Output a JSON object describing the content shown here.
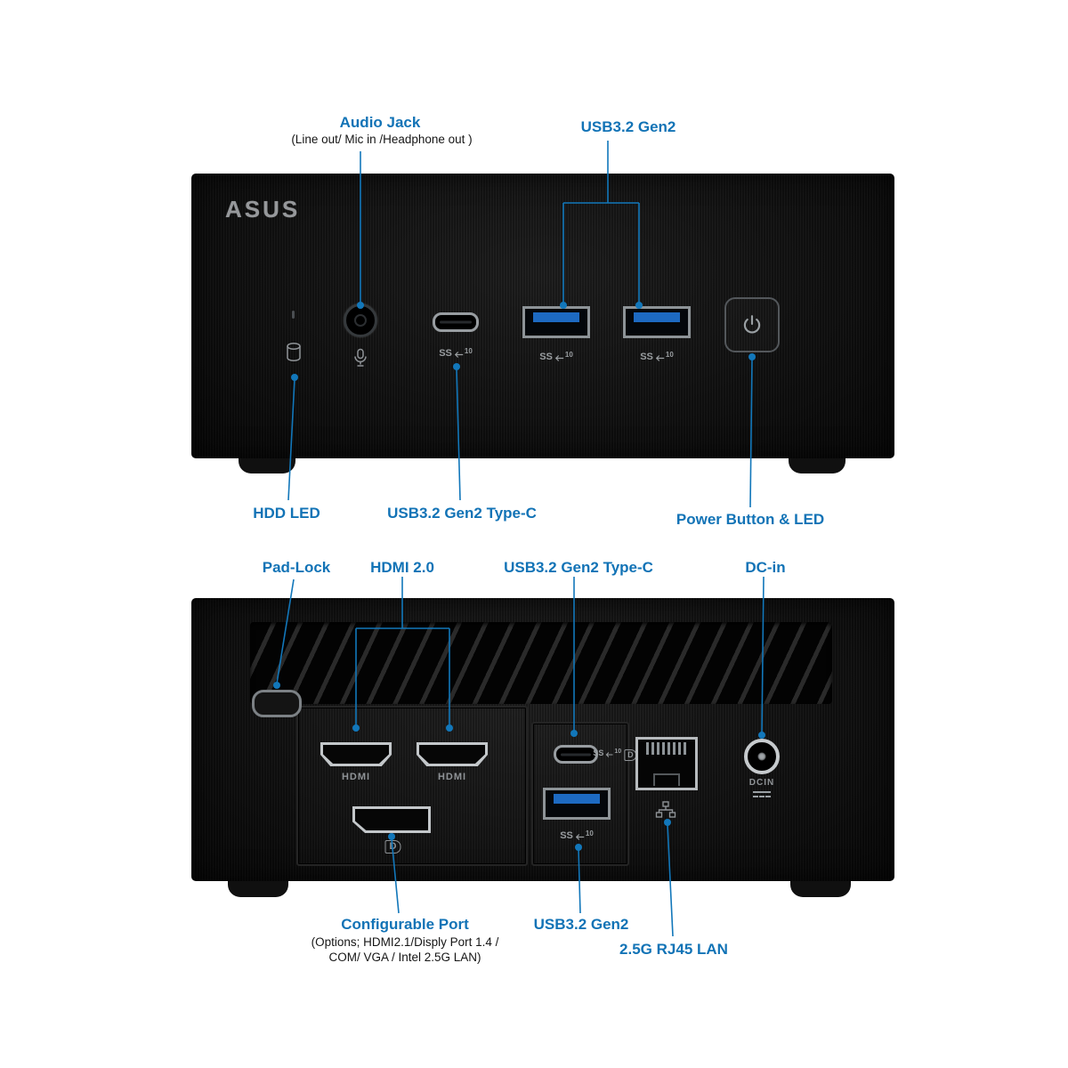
{
  "colors": {
    "accent": "#1273b6",
    "callout_line": "#1277ba",
    "usb_blue": "#1d6ac2",
    "device_black": "#0c0c0c",
    "metal": "#b7bbbe"
  },
  "markings": {
    "ss": "SS",
    "speed": "10",
    "dp": "D"
  },
  "icons": {
    "power": "power-icon",
    "hdd": "hdd-cylinder-icon",
    "mic": "mic-icon",
    "lan": "lan-icon",
    "superspeed_arrow": "left-arrow-icon",
    "dc_polarity": "dc-polarity-icon"
  },
  "front": {
    "logo": "ASUS",
    "callouts": {
      "audio_jack": {
        "label": "Audio Jack",
        "sub": "(Line out/ Mic in /Headphone out )"
      },
      "usb32_gen2": {
        "label": "USB3.2 Gen2"
      },
      "hdd_led": {
        "label": "HDD LED"
      },
      "usb32_gen2_typec": {
        "label": "USB3.2 Gen2 Type-C"
      },
      "power": {
        "label": "Power Button & LED"
      }
    }
  },
  "rear": {
    "callouts": {
      "pad_lock": {
        "label": "Pad-Lock"
      },
      "hdmi": {
        "label": "HDMI 2.0"
      },
      "usb32_gen2_typec": {
        "label": "USB3.2 Gen2 Type-C"
      },
      "dc_in": {
        "label": "DC-in"
      },
      "configurable": {
        "label": "Configurable Port",
        "sub1": "(Options; HDMI2.1/Disply Port 1.4 /",
        "sub2": "COM/ VGA / Intel 2.5G LAN)"
      },
      "usb32_gen2": {
        "label": "USB3.2 Gen2"
      },
      "rj45": {
        "label": "2.5G RJ45 LAN"
      }
    },
    "port_labels": {
      "hdmi1": "HDMI",
      "hdmi2": "HDMI",
      "dcin": "DCIN"
    }
  }
}
